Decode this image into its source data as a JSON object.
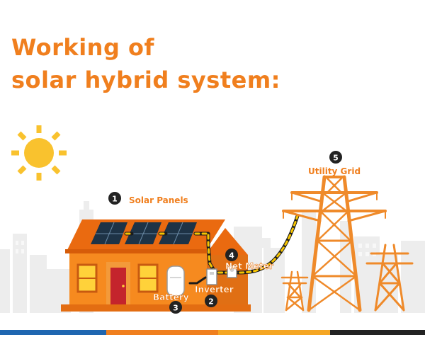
{
  "title": {
    "line1": "Working of",
    "line2": "solar hybrid system:"
  },
  "labels": {
    "solar_panels": "Solar Panels",
    "battery": "Battery",
    "inverter": "Inverter",
    "net_meter": "Net Meter",
    "utility_grid": "Utility Grid"
  },
  "badges": {
    "solar_panels": "1",
    "inverter": "2",
    "battery": "3",
    "net_meter": "4",
    "utility_grid": "5"
  },
  "colors": {
    "title": "#f07f1e",
    "house": "#f68a1f",
    "roof": "#ea6a10",
    "sun": "#f9c22e",
    "tower": "#ef8a2a",
    "panel": "#1e3346",
    "badge": "#222222",
    "bar": [
      "#1f66b0",
      "#f07f1e",
      "#f5a623",
      "#222222"
    ]
  }
}
